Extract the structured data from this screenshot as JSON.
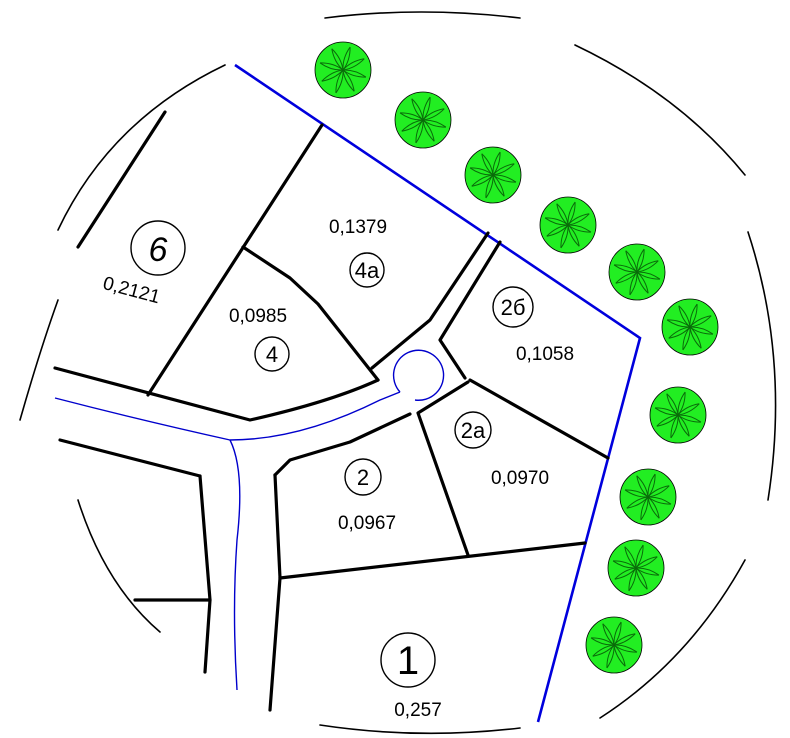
{
  "plan": {
    "parcels": [
      {
        "id": "6",
        "number": "6",
        "area": "0,2121"
      },
      {
        "id": "4a",
        "number": "4а",
        "area": "0,1379"
      },
      {
        "id": "4",
        "number": "4",
        "area": "0,0985"
      },
      {
        "id": "2b",
        "number": "2б",
        "area": "0,1058"
      },
      {
        "id": "2a",
        "number": "2а",
        "area": "0,0970"
      },
      {
        "id": "2",
        "number": "2",
        "area": "0,0967"
      },
      {
        "id": "1",
        "number": "1",
        "area": "0,257"
      }
    ],
    "tree_count": 10,
    "colors": {
      "parcel_lines": "#000000",
      "boundary": "#0000dd",
      "road_axis": "#0000cc",
      "trees": "#22ee22"
    },
    "icons": [
      "tree-icon",
      "parcel-number-circle-icon",
      "turnaround-circle-icon"
    ]
  }
}
